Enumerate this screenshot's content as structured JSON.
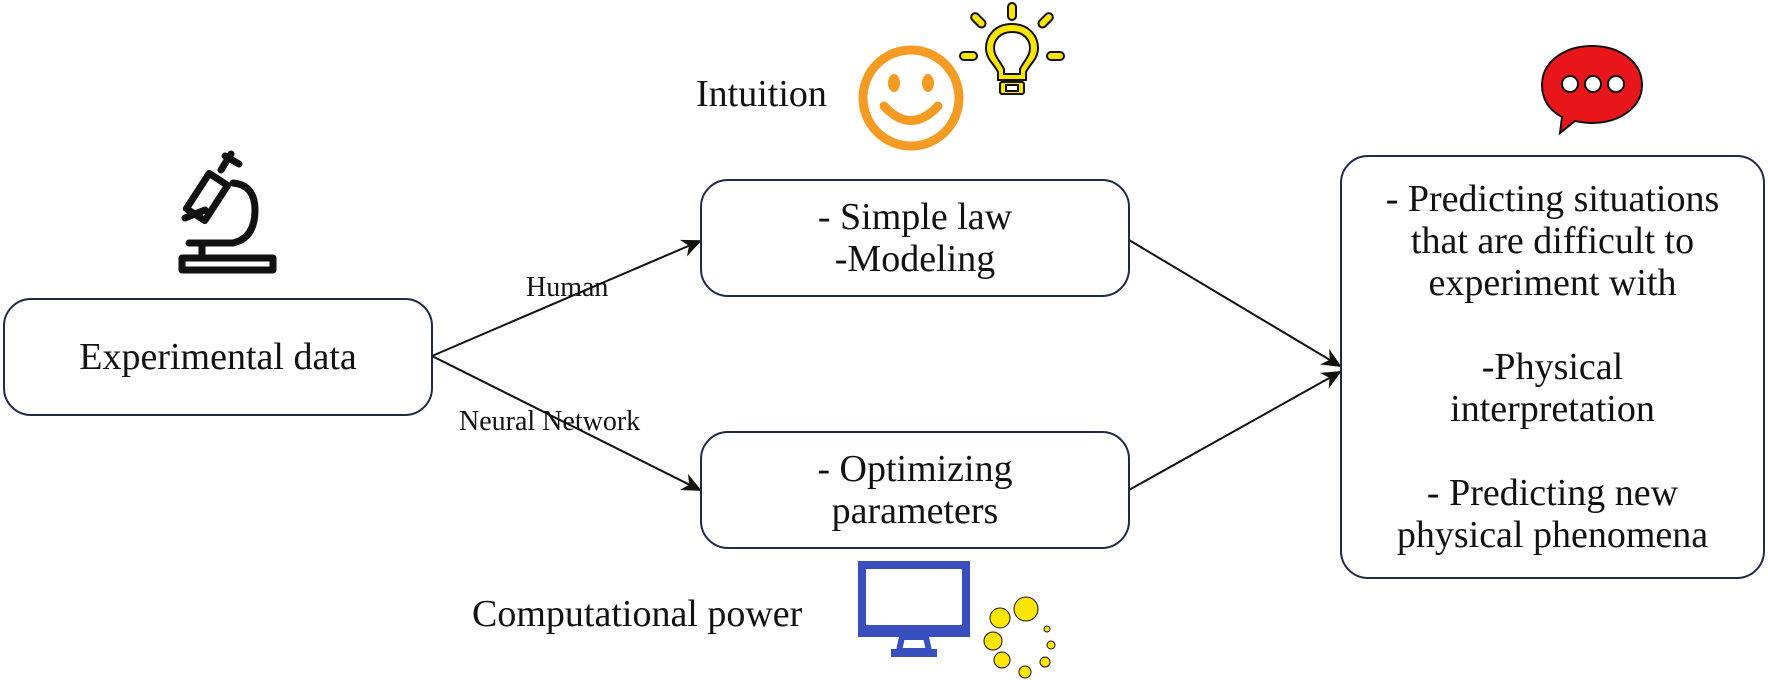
{
  "nodes": {
    "experimental": {
      "text": "Experimental data"
    },
    "simple_law": {
      "lines": [
        "- Simple law",
        "-Modeling"
      ]
    },
    "optimizing": {
      "lines": [
        "- Optimizing",
        "parameters"
      ]
    },
    "results": {
      "lines": [
        "- Predicting situations",
        "that are difficult to",
        "experiment with",
        "",
        "-Physical",
        "interpretation",
        "",
        "- Predicting new",
        "physical phenomena"
      ]
    }
  },
  "edges": {
    "human": "Human",
    "neural_network": "Neural Network"
  },
  "annotations": {
    "intuition": "Intuition",
    "computational_power": "Computational power"
  },
  "icons": {
    "microscope": "microscope-icon",
    "smiley": "smiley-face-icon",
    "lightbulb": "lightbulb-icon",
    "speech_bubble": "speech-bubble-icon",
    "monitor": "monitor-icon",
    "loading": "loading-spinner-icon"
  },
  "colors": {
    "box_border": "#1f2a44",
    "smiley": "#f59a23",
    "lightbulb": "#ffe600",
    "speech_bubble": "#e8161b",
    "monitor": "#3a4fbf",
    "spinner": "#ffe600"
  }
}
